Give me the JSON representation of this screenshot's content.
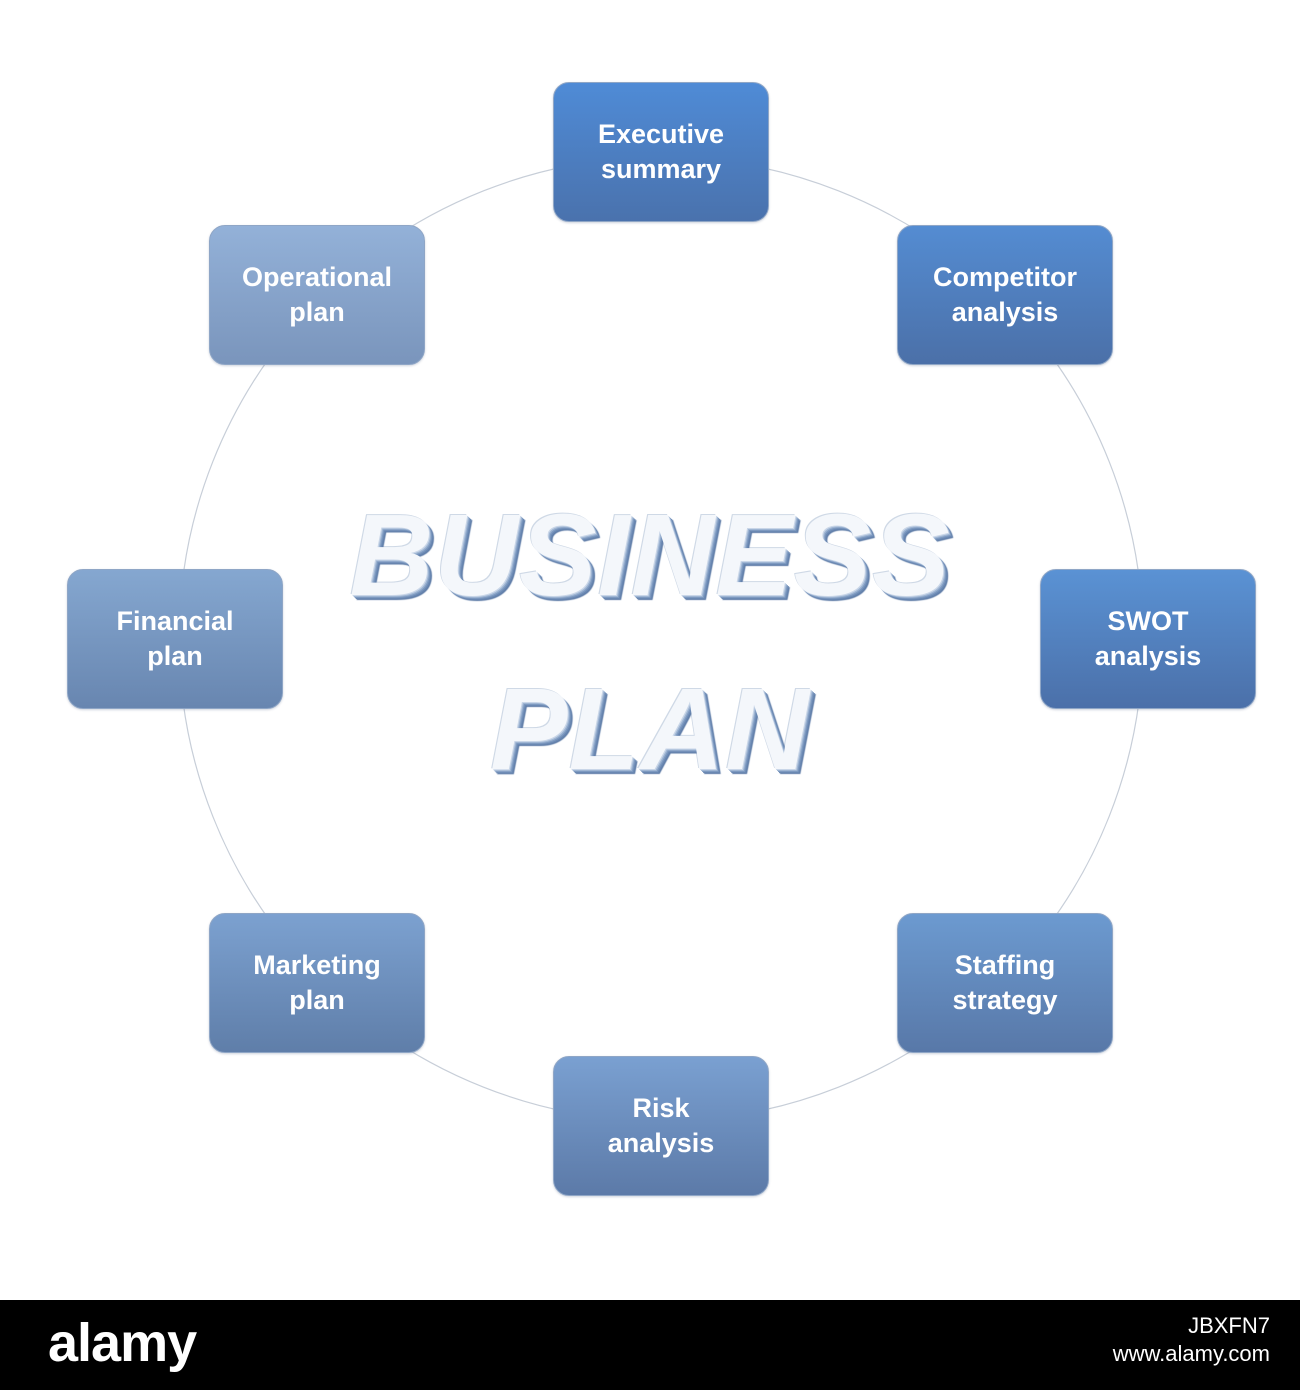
{
  "diagram": {
    "headline_line1": "BUSINESS",
    "headline_line2": "PLAN",
    "nodes": [
      {
        "label": "Executive\nsummary"
      },
      {
        "label": "Competitor\nanalysis"
      },
      {
        "label": "SWOT\nanalysis"
      },
      {
        "label": "Staffing\nstrategy"
      },
      {
        "label": "Risk\nanalysis"
      },
      {
        "label": "Marketing\nplan"
      },
      {
        "label": "Financial\nplan"
      },
      {
        "label": "Operational\nplan"
      }
    ],
    "colors": {
      "node_blue_dark": "#4a72ad",
      "node_blue_light": "#93b1d8",
      "ring_stroke": "#c7ced8",
      "headline_shadow": "#5c7aa6"
    }
  },
  "footer": {
    "brand": "alamy",
    "stock_id": "JBXFN7",
    "site": "www.alamy.com"
  }
}
